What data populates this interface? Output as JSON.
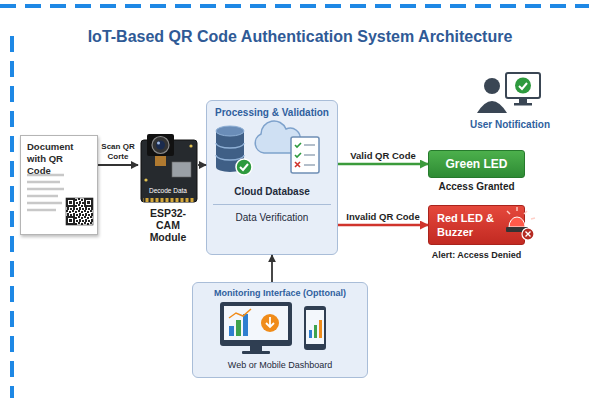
{
  "diagram": {
    "title": "IoT-Based QR Code Authentication System Architecture",
    "nodes": [
      {
        "text": [
          "Document with QR Code"
        ]
      },
      {
        "text": [
          "Decode Data",
          "ESP32-CAM Module"
        ]
      },
      {
        "text": [
          "Processing & Validation",
          "Cloud Database",
          "Data Verification"
        ]
      },
      {
        "text": [
          "User Notification"
        ]
      },
      {
        "text": [
          "Green LED",
          "Access Granted"
        ]
      },
      {
        "text": [
          "Red LED & Buzzer",
          "Alert: Access Denied"
        ]
      },
      {
        "text": [
          "Monitoring Interface (Opttonal)",
          "Web or Mobile Dashboard"
        ]
      }
    ],
    "edges": [
      {
        "from": 0,
        "to": 1,
        "arrow": "to",
        "label": "Scan QR Corte"
      },
      {
        "from": 1,
        "to": 2,
        "arrow": "to"
      },
      {
        "from": 2,
        "to": 4,
        "arrow": "to",
        "label": "Valid QR Code"
      },
      {
        "from": 2,
        "to": 5,
        "arrow": "to",
        "label": "Invalid QR Code"
      },
      {
        "from": 6,
        "to": 2,
        "arrow": "to"
      }
    ]
  }
}
